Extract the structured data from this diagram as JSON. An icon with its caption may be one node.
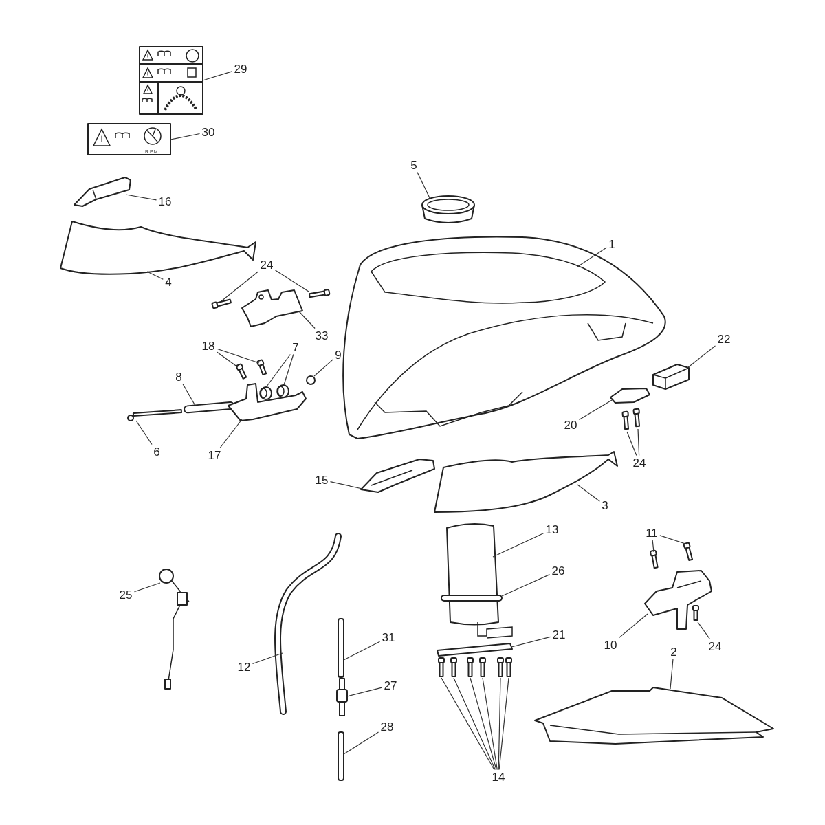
{
  "diagram": {
    "nodes": [
      {
        "text": [
          "29"
        ]
      },
      {
        "text": [],
        "shape": "picture"
      },
      {
        "text": [
          "30"
        ]
      },
      {
        "text": [],
        "shape": "picture"
      },
      {
        "text": [
          "5"
        ]
      },
      {
        "text": [],
        "shape": "cylinder"
      },
      {
        "text": [
          "16"
        ]
      },
      {
        "text": [],
        "shape": "picture"
      },
      {
        "text": [
          "1"
        ]
      },
      {
        "text": [],
        "shape": "picture"
      },
      {
        "text": [
          "4"
        ]
      },
      {
        "text": [],
        "shape": "picture"
      },
      {
        "text": [
          "24"
        ]
      },
      {
        "text": [],
        "shape": "bar"
      },
      {
        "text": [],
        "shape": "bar"
      },
      {
        "text": [
          "33"
        ]
      },
      {
        "text": [],
        "shape": "picture"
      },
      {
        "text": [
          "18"
        ]
      },
      {
        "text": [],
        "shape": "bar"
      },
      {
        "text": [],
        "shape": "bar"
      },
      {
        "text": [
          "7"
        ]
      },
      {
        "text": [],
        "shape": "cylinder"
      },
      {
        "text": [],
        "shape": "cylinder"
      },
      {
        "text": [
          "9"
        ]
      },
      {
        "text": [],
        "shape": "circle"
      },
      {
        "text": [
          "8"
        ]
      },
      {
        "text": [],
        "shape": "bar"
      },
      {
        "text": [
          "6"
        ]
      },
      {
        "text": [],
        "shape": "bar"
      },
      {
        "text": [
          "17"
        ]
      },
      {
        "text": [],
        "shape": "picture"
      },
      {
        "text": [
          "22"
        ]
      },
      {
        "text": [],
        "shape": "picture"
      },
      {
        "text": [
          "20"
        ]
      },
      {
        "text": [],
        "shape": "picture"
      },
      {
        "text": [
          "24"
        ]
      },
      {
        "text": [],
        "shape": "bar"
      },
      {
        "text": [],
        "shape": "bar"
      },
      {
        "text": [
          "15"
        ]
      },
      {
        "text": [],
        "shape": "picture"
      },
      {
        "text": [
          "3"
        ]
      },
      {
        "text": [],
        "shape": "picture"
      },
      {
        "text": [
          "11"
        ]
      },
      {
        "text": [],
        "shape": "bar"
      },
      {
        "text": [],
        "shape": "bar"
      },
      {
        "text": [
          "13"
        ]
      },
      {
        "text": [],
        "shape": "picture"
      },
      {
        "text": [
          "26"
        ]
      },
      {
        "text": [],
        "shape": "bar"
      },
      {
        "text": [
          "25"
        ]
      },
      {
        "text": [],
        "shape": "picture"
      },
      {
        "text": [
          "12"
        ]
      },
      {
        "text": [],
        "shape": "picture"
      },
      {
        "text": [
          "10"
        ]
      },
      {
        "text": [],
        "shape": "picture"
      },
      {
        "text": [
          "24"
        ]
      },
      {
        "text": [],
        "shape": "bar"
      },
      {
        "text": [
          "21"
        ]
      },
      {
        "text": [],
        "shape": "bar"
      },
      {
        "text": [
          "31"
        ]
      },
      {
        "text": [],
        "shape": "bar"
      },
      {
        "text": [
          "2"
        ]
      },
      {
        "text": [],
        "shape": "picture"
      },
      {
        "text": [
          "27"
        ]
      },
      {
        "text": [],
        "shape": "picture"
      },
      {
        "text": [
          "28"
        ]
      },
      {
        "text": [],
        "shape": "bar"
      },
      {
        "text": [
          "14"
        ]
      },
      {
        "text": [],
        "shape": "bar"
      },
      {
        "text": [],
        "shape": "bar"
      },
      {
        "text": [],
        "shape": "bar"
      },
      {
        "text": [],
        "shape": "bar"
      },
      {
        "text": [],
        "shape": "bar"
      },
      {
        "text": [],
        "shape": "bar"
      }
    ],
    "edges": [
      {
        "from": 0,
        "to": 1,
        "arrow": "none"
      },
      {
        "from": 2,
        "to": 3,
        "arrow": "none"
      },
      {
        "from": 4,
        "to": 5,
        "arrow": "none"
      },
      {
        "from": 6,
        "to": 7,
        "arrow": "none"
      },
      {
        "from": 8,
        "to": 9,
        "arrow": "none"
      },
      {
        "from": 10,
        "to": 11,
        "arrow": "none"
      },
      {
        "from": 12,
        "to": 13,
        "arrow": "none"
      },
      {
        "from": 12,
        "to": 14,
        "arrow": "none"
      },
      {
        "from": 15,
        "to": 16,
        "arrow": "none"
      },
      {
        "from": 17,
        "to": 18,
        "arrow": "none"
      },
      {
        "from": 17,
        "to": 19,
        "arrow": "none"
      },
      {
        "from": 20,
        "to": 21,
        "arrow": "none"
      },
      {
        "from": 20,
        "to": 22,
        "arrow": "none"
      },
      {
        "from": 23,
        "to": 24,
        "arrow": "none"
      },
      {
        "from": 25,
        "to": 26,
        "arrow": "none"
      },
      {
        "from": 27,
        "to": 28,
        "arrow": "none"
      },
      {
        "from": 29,
        "to": 30,
        "arrow": "none"
      },
      {
        "from": 31,
        "to": 32,
        "arrow": "none"
      },
      {
        "from": 33,
        "to": 34,
        "arrow": "none"
      },
      {
        "from": 35,
        "to": 36,
        "arrow": "none"
      },
      {
        "from": 35,
        "to": 37,
        "arrow": "none"
      },
      {
        "from": 38,
        "to": 39,
        "arrow": "none"
      },
      {
        "from": 40,
        "to": 41,
        "arrow": "none"
      },
      {
        "from": 42,
        "to": 43,
        "arrow": "none"
      },
      {
        "from": 42,
        "to": 44,
        "arrow": "none"
      },
      {
        "from": 45,
        "to": 46,
        "arrow": "none"
      },
      {
        "from": 47,
        "to": 48,
        "arrow": "none"
      },
      {
        "from": 49,
        "to": 50,
        "arrow": "none"
      },
      {
        "from": 51,
        "to": 52,
        "arrow": "none"
      },
      {
        "from": 53,
        "to": 54,
        "arrow": "none"
      },
      {
        "from": 55,
        "to": 56,
        "arrow": "none"
      },
      {
        "from": 57,
        "to": 58,
        "arrow": "none"
      },
      {
        "from": 59,
        "to": 60,
        "arrow": "none"
      },
      {
        "from": 61,
        "to": 62,
        "arrow": "none"
      },
      {
        "from": 63,
        "to": 64,
        "arrow": "none"
      },
      {
        "from": 65,
        "to": 66,
        "arrow": "none"
      },
      {
        "from": 67,
        "to": 68,
        "arrow": "none"
      },
      {
        "from": 67,
        "to": 69,
        "arrow": "none"
      },
      {
        "from": 67,
        "to": 70,
        "arrow": "none"
      },
      {
        "from": 67,
        "to": 71,
        "arrow": "none"
      },
      {
        "from": 67,
        "to": 72,
        "arrow": "none"
      },
      {
        "from": 67,
        "to": 73,
        "arrow": "none"
      }
    ],
    "labels": [
      "R.P.M"
    ]
  }
}
